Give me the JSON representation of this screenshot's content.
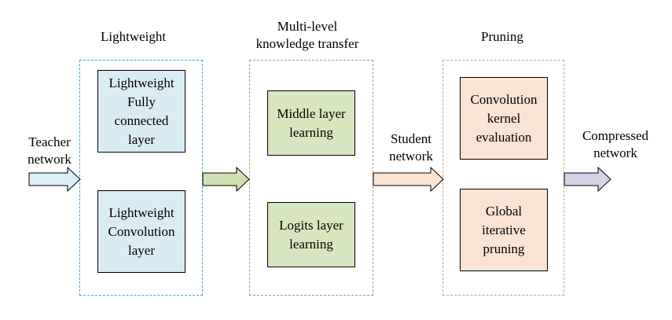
{
  "stages": {
    "lightweight": {
      "title": "Lightweight",
      "box1": [
        "Lightweight",
        "Fully",
        "connected",
        "layer"
      ],
      "box2": [
        "Lightweight",
        "Convolution",
        "layer"
      ]
    },
    "transfer": {
      "title_line1": "Multi-level",
      "title_line2": "knowledge transfer",
      "box1": [
        "Middle layer",
        "learning"
      ],
      "box2": [
        "Logits layer",
        "learning"
      ]
    },
    "pruning": {
      "title": "Pruning",
      "box1": [
        "Convolution",
        "kernel",
        "evaluation"
      ],
      "box2": [
        "Global",
        "iterative",
        "pruning"
      ]
    }
  },
  "flow": {
    "input": [
      "Teacher",
      "network"
    ],
    "middle": [
      "Student",
      "network"
    ],
    "output": [
      "Compressed",
      "network"
    ]
  },
  "colors": {
    "lightweight_border": "#3ea6d9",
    "lightweight_fill": "#d9ebf3",
    "transfer_border": "#a89a62",
    "transfer_fill": "#d8e6c0",
    "pruning_border": "#e0a16b",
    "pruning_fill": "#fbe3d3",
    "arrow_teacher": "#daeef5",
    "arrow_green": "#cfe0b3",
    "arrow_student": "#fbe3d3",
    "arrow_output": "#d5d1e6"
  }
}
